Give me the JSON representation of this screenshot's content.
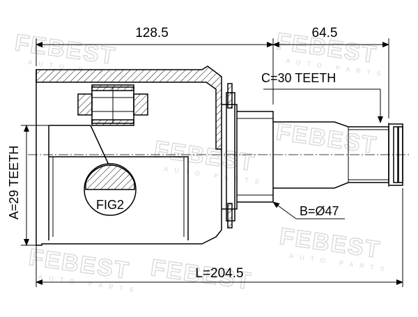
{
  "dimensions": {
    "housing_length": "128.5",
    "shaft_length": "64.5",
    "total_length": "L=204.5"
  },
  "labels": {
    "outer_spline": "C=30 TEETH",
    "inner_spline": "A=29 TEETH",
    "seal_diameter": "B=Ø47",
    "detail_ref": "FIG2"
  },
  "watermark": {
    "brand": "FEBEST",
    "sub": "AUTO PARTS"
  }
}
